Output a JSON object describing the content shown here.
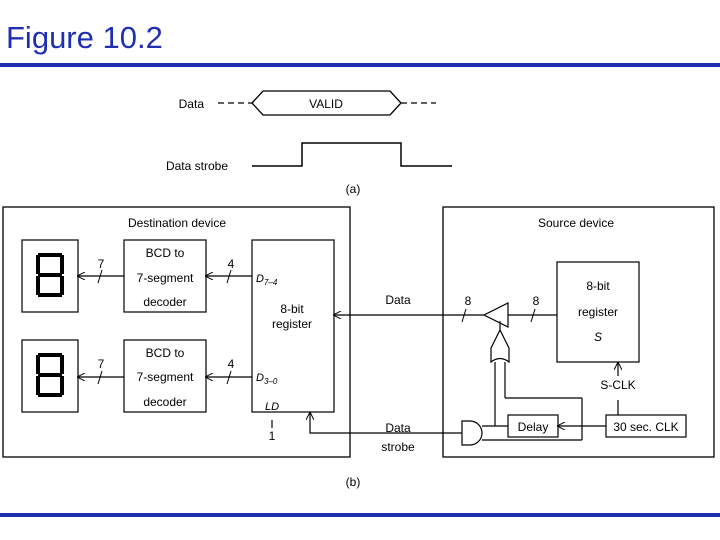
{
  "header": {
    "title": "Figure 10.2"
  },
  "timing": {
    "data_label": "Data",
    "valid_label": "VALID",
    "strobe_label": "Data strobe",
    "caption": "(a)"
  },
  "destination": {
    "title": "Destination device",
    "decoder_top": [
      "BCD to",
      "7-segment",
      "decoder"
    ],
    "decoder_bottom": [
      "BCD to",
      "7-segment",
      "decoder"
    ],
    "bus7_top": "7",
    "bus7_bottom": "7",
    "bus4_top": "4",
    "bus4_bottom": "4",
    "reg_label_1": "8-bit",
    "reg_label_2": "register",
    "d_hi": "D",
    "d_hi_sub": "7–4",
    "d_lo": "D",
    "d_lo_sub": "3–0",
    "ld": "LD",
    "ld_value": "1",
    "digit_top": "8",
    "digit_bottom": "8"
  },
  "source": {
    "title": "Source device",
    "reg_label_1": "8-bit",
    "reg_label_2": "register",
    "reg_name": "S",
    "sclk": "S-CLK",
    "delay": "Delay",
    "clk": "30 sec. CLK",
    "bus8_left": "8",
    "bus8_right": "8"
  },
  "links": {
    "data": "Data",
    "strobe_1": "Data",
    "strobe_2": "strobe"
  },
  "caption_b": "(b)"
}
